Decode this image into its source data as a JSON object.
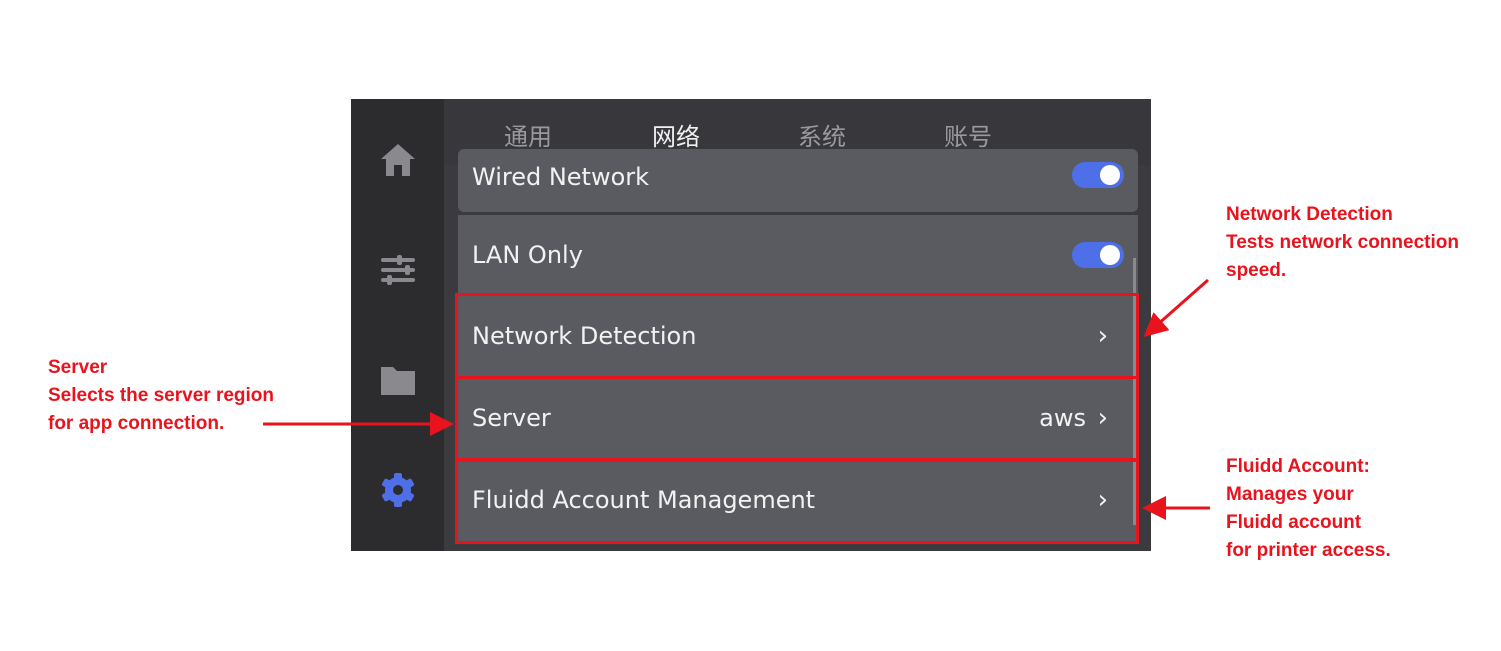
{
  "tabs": [
    "通用",
    "网络",
    "系统",
    "账号"
  ],
  "active_tab": 1,
  "sidebar": {
    "items": [
      "home-icon",
      "sliders-icon",
      "folder-icon",
      "gear-icon"
    ],
    "active": 3,
    "accent": "#4f6fe8"
  },
  "rows": {
    "wired": {
      "label": "Wired Network",
      "toggle": true
    },
    "lan": {
      "label": "LAN Only",
      "toggle": true
    },
    "detection": {
      "label": "Network Detection"
    },
    "server": {
      "label": "Server",
      "value": "aws"
    },
    "fluidd": {
      "label": "Fluidd Account Management"
    }
  },
  "annotations": {
    "detection": [
      "Network Detection",
      "Tests network connection",
      "speed."
    ],
    "server": [
      "Server",
      "Selects the server region",
      "for app connection."
    ],
    "fluidd": [
      "Fluidd Account:",
      "Manages your",
      "Fluidd account",
      "for printer access."
    ],
    "color": "#e8131d"
  }
}
